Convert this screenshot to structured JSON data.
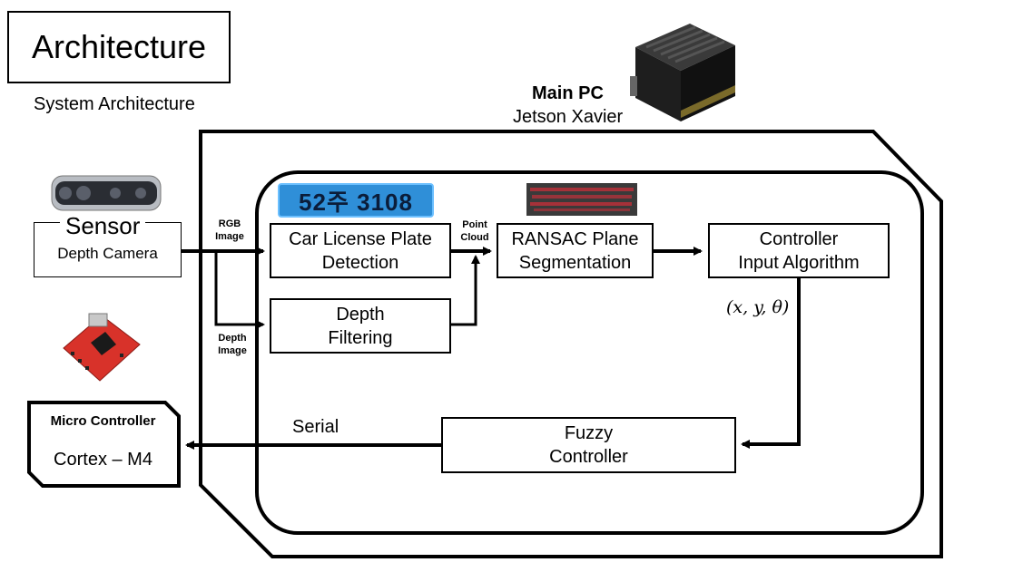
{
  "header": {
    "title": "Architecture",
    "subtitle": "System Architecture"
  },
  "main_pc": {
    "title": "Main PC",
    "subtitle": "Jetson Xavier"
  },
  "sensor": {
    "title": "Sensor",
    "subtitle": "Depth Camera"
  },
  "micro": {
    "title": "Micro Controller",
    "subtitle": "Cortex – M4"
  },
  "blocks": {
    "lpd_line1": "Car License Plate",
    "lpd_line2": "Detection",
    "depth_line1": "Depth",
    "depth_line2": "Filtering",
    "ransac_line1": "RANSAC Plane",
    "ransac_line2": "Segmentation",
    "controller_line1": "Controller",
    "controller_line2": "Input Algorithm",
    "fuzzy_line1": "Fuzzy",
    "fuzzy_line2": "Controller"
  },
  "labels": {
    "rgb1": "RGB",
    "rgb2": "Image",
    "depth1": "Depth",
    "depth2": "Image",
    "point1": "Point",
    "point2": "Cloud",
    "pose": "(x, y, θ)",
    "serial": "Serial"
  },
  "plate": {
    "text": "52주 3108"
  },
  "colors": {
    "plate_bg": "#2f8fd8",
    "plate_text": "#0b1d3a",
    "ransac_img": "#c0303a",
    "board": "#d8322a"
  }
}
